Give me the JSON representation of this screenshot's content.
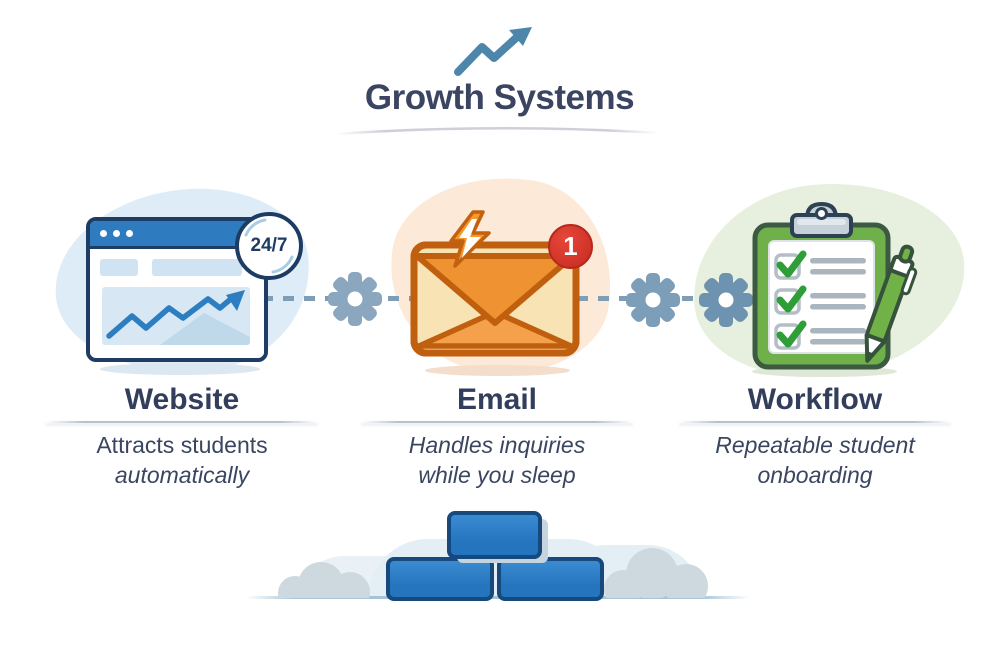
{
  "header": {
    "title": "Growth Systems",
    "title_color": "#3b4460",
    "trend_arrow_icon": "trend-up-arrow",
    "trend_arrow_color": "#4d86ab"
  },
  "connector": {
    "style": "dashed-line",
    "color": "#7e9db6",
    "gear_icon": "gear",
    "gear_colors": [
      "#8ba7bf",
      "#7d9eb9",
      "#6e93b0"
    ]
  },
  "columns": [
    {
      "id": "website",
      "label": "Website",
      "badge": "24/7",
      "description_line1": "Attracts students",
      "description_line2": "automatically",
      "icon": "browser-window-growth-chart",
      "blob_color": "#ddecf6",
      "accent_color": "#2e7bc0"
    },
    {
      "id": "email",
      "label": "Email",
      "badge": "1",
      "description_line1": "Handles inquiries",
      "description_line2": "while you sleep",
      "icon": "envelope-lightning-notification",
      "blob_color": "#fce9d8",
      "accent_color": "#ef9231"
    },
    {
      "id": "workflow",
      "label": "Workflow",
      "description_line1": "Repeatable student",
      "description_line2": "onboarding",
      "icon": "clipboard-checklist-pen",
      "blob_color": "#e7f0de",
      "accent_color": "#6fb04b"
    }
  ],
  "footer": {
    "illustration": "building-blocks-with-clouds",
    "blocks_count": 3,
    "block_color": "#2b7dc6",
    "block_border_color": "#17497e",
    "cloud_color": "#cdd8df"
  }
}
